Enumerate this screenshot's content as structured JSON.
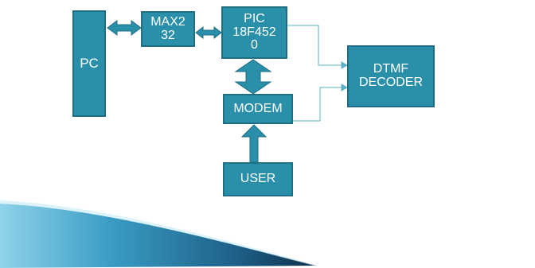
{
  "blocks": {
    "pc": "PC",
    "max232": "MAX2\n32",
    "pic": "PIC\n18F452\n0",
    "modem": "MODEM",
    "user": "USER",
    "dtmf": "DTMF\nDECODER"
  },
  "colors": {
    "block_fill": "#2a8fa8",
    "block_border": "#1f6e82",
    "arrow": "#2a8fa8",
    "connector": "#5ab0c4",
    "swoosh_dark": "#123f5c",
    "swoosh_light": "#8fd3ea"
  }
}
